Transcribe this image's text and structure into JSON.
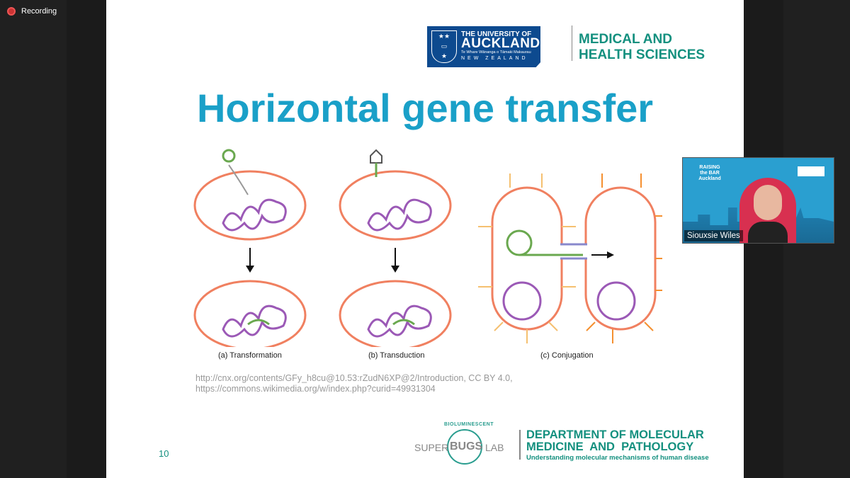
{
  "recording": {
    "label": "Recording"
  },
  "slide": {
    "university_logo": {
      "line1": "THE UNIVERSITY OF",
      "line2": "AUCKLAND",
      "line3": "Te Whare Wānanga o Tāmaki Makaurau",
      "line4": "NEW ZEALAND"
    },
    "faculty": {
      "line1": "MEDICAL AND",
      "line2": "HEALTH SCIENCES"
    },
    "title": "Horizontal gene transfer",
    "captions": [
      "(a) Transformation",
      "(b) Transduction",
      "(c) Conjugation"
    ],
    "credit": "http://cnx.org/contents/GFy_h8cu@10.53:rZudN6XP@2/Introduction, CC BY 4.0, https://commons.wikimedia.org/w/index.php?curid=49931304",
    "page_number": "10",
    "lab_logo": {
      "super": "SUPER",
      "bugs": "BUGS",
      "lab": "LAB",
      "bio": "BIOLUMINESCENT"
    },
    "department": {
      "line1": "DEPARTMENT OF MOLECULAR",
      "line2": "MEDICINE  AND  PATHOLOGY",
      "subtitle": "Understanding molecular mechanisms of human disease"
    }
  },
  "video": {
    "participant_name": "Siouxsie Wiles",
    "background_logo": "RAISING the BAR Auckland"
  },
  "colors": {
    "title": "#1aa0c8",
    "teal": "#14907f",
    "cell": "#f08060",
    "dna": "#9b59b6",
    "gene": "#6aa84f"
  }
}
